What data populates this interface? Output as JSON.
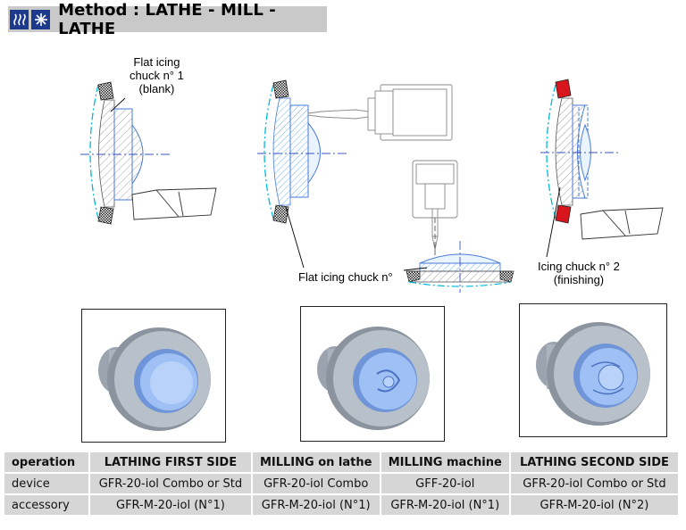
{
  "header": {
    "title": "Method : LATHE - MILL - LATHE",
    "icons": [
      "heat-icon",
      "snowflake-icon"
    ],
    "icon_color": "#1e3a8c"
  },
  "labels": {
    "chuck1": [
      "Flat icing",
      "chuck n° 1",
      "(blank)"
    ],
    "flat_chuck": "Flat icing chuck n°",
    "chuck2": [
      "Icing chuck n° 2",
      "(finishing)"
    ]
  },
  "colors": {
    "lens_blue": "#8ec6ff",
    "cyan_outline": "#00b8d8",
    "red_chuck": "#d8141c",
    "header_bg": "#c9c9c9",
    "table_bg": "#d6d6d6"
  },
  "table": {
    "headers": [
      "operation",
      "LATHING FIRST SIDE",
      "MILLING on lathe",
      "MILLING machine",
      "LATHING SECOND SIDE"
    ],
    "rows": [
      [
        "device",
        "GFR-20-iol Combo or Std",
        "GFR-20-iol Combo",
        "GFF-20-iol",
        "GFR-20-iol Combo or Std"
      ],
      [
        "accessory",
        "GFR-M-20-iol (N°1)",
        "GFR-M-20-iol (N°1)",
        "GFR-M-20-iol (N°1)",
        "GFR-M-20-iol (N°2)"
      ]
    ]
  }
}
